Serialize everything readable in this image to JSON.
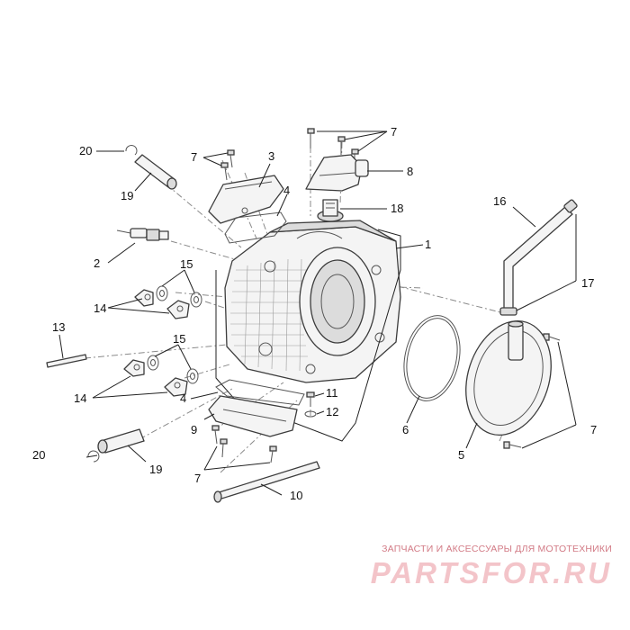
{
  "callouts": {
    "c1": "1",
    "c2": "2",
    "c3": "3",
    "c4a": "4",
    "c4b": "4",
    "c5": "5",
    "c6": "6",
    "c7a": "7",
    "c7b": "7",
    "c7c": "7",
    "c7d": "7",
    "c8": "8",
    "c9": "9",
    "c10": "10",
    "c11": "11",
    "c12": "12",
    "c13": "13",
    "c14a": "14",
    "c14b": "14",
    "c15a": "15",
    "c15b": "15",
    "c16": "16",
    "c17": "17",
    "c18": "18",
    "c19a": "19",
    "c19b": "19",
    "c20a": "20",
    "c20b": "20"
  },
  "watermark": {
    "tagline": "ЗАПЧАСТИ И АКСЕССУАРЫ ДЛЯ МОТОТЕХНИКИ",
    "logo": "PARTSFOR.RU"
  },
  "colors": {
    "line": "#3c3c3c",
    "dashed": "#8a8a8a",
    "watermark": "#f3c4c9"
  }
}
